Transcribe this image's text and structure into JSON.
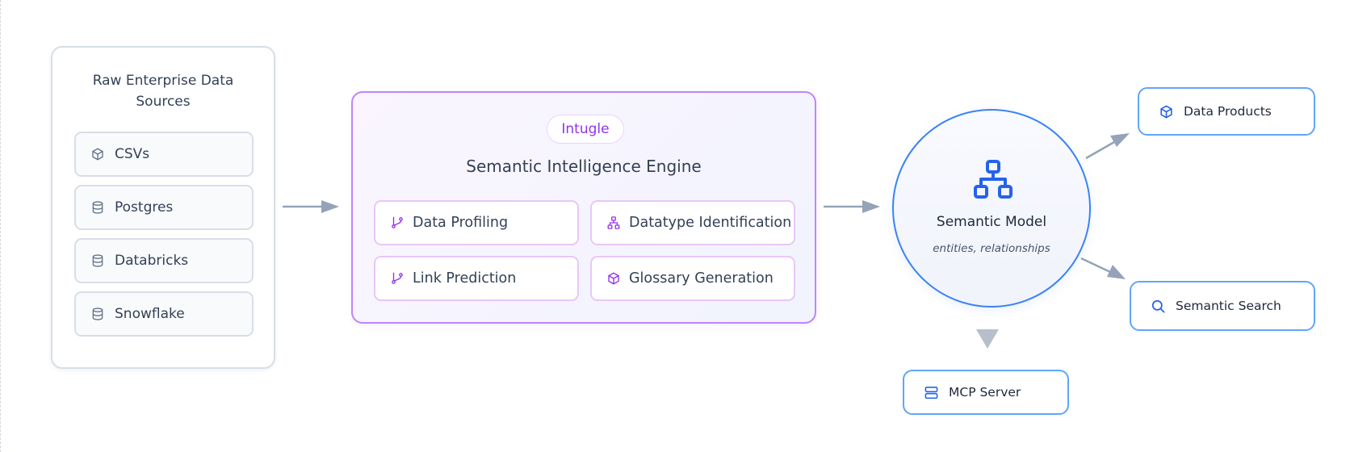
{
  "sources": {
    "title": "Raw Enterprise Data Sources",
    "items": [
      {
        "label": "CSVs",
        "icon": "cube-icon"
      },
      {
        "label": "Postgres",
        "icon": "database-icon"
      },
      {
        "label": "Databricks",
        "icon": "database-icon"
      },
      {
        "label": "Snowflake",
        "icon": "database-icon"
      }
    ]
  },
  "engine": {
    "badge": "Intugle",
    "title": "Semantic Intelligence Engine",
    "features": [
      {
        "label": "Data Profiling",
        "icon": "git-branch-icon"
      },
      {
        "label": "Datatype Identification",
        "icon": "hierarchy-icon"
      },
      {
        "label": "Link Prediction",
        "icon": "git-branch-icon"
      },
      {
        "label": "Glossary Generation",
        "icon": "cube-icon"
      }
    ]
  },
  "model": {
    "title": "Semantic Model",
    "subtitle": "entities, relationships",
    "icon": "hierarchy-icon"
  },
  "outputs": {
    "data_products": "Data Products",
    "semantic_search": "Semantic Search",
    "mcp_server": "MCP Server"
  },
  "colors": {
    "accent_purple": "#9333ea",
    "accent_blue": "#2563eb",
    "arrow": "#94a3b8"
  }
}
